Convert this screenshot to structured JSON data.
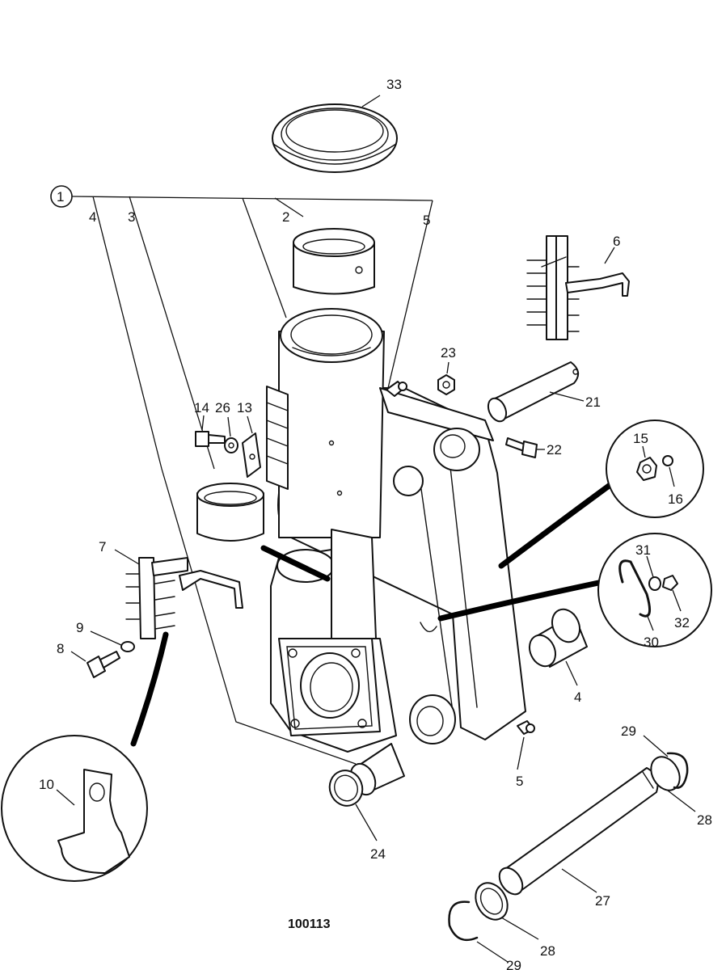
{
  "drawing_ref": "100113",
  "labels": [
    {
      "id": "l1",
      "text": "1"
    },
    {
      "id": "l2",
      "text": "2"
    },
    {
      "id": "l3",
      "text": "3"
    },
    {
      "id": "l4a",
      "text": "4"
    },
    {
      "id": "l4b",
      "text": "4"
    },
    {
      "id": "l5a",
      "text": "5"
    },
    {
      "id": "l5b",
      "text": "5"
    },
    {
      "id": "l6",
      "text": "6"
    },
    {
      "id": "l7",
      "text": "7"
    },
    {
      "id": "l8",
      "text": "8"
    },
    {
      "id": "l9",
      "text": "9"
    },
    {
      "id": "l10",
      "text": "10"
    },
    {
      "id": "l13",
      "text": "13"
    },
    {
      "id": "l14",
      "text": "14"
    },
    {
      "id": "l15",
      "text": "15"
    },
    {
      "id": "l16",
      "text": "16"
    },
    {
      "id": "l21",
      "text": "21"
    },
    {
      "id": "l22",
      "text": "22"
    },
    {
      "id": "l23",
      "text": "23"
    },
    {
      "id": "l24",
      "text": "24"
    },
    {
      "id": "l26",
      "text": "26"
    },
    {
      "id": "l27",
      "text": "27"
    },
    {
      "id": "l28a",
      "text": "28"
    },
    {
      "id": "l28b",
      "text": "28"
    },
    {
      "id": "l29a",
      "text": "29"
    },
    {
      "id": "l29b",
      "text": "29"
    },
    {
      "id": "l30",
      "text": "30"
    },
    {
      "id": "l31",
      "text": "31"
    },
    {
      "id": "l32",
      "text": "32"
    },
    {
      "id": "l33",
      "text": "33"
    }
  ]
}
